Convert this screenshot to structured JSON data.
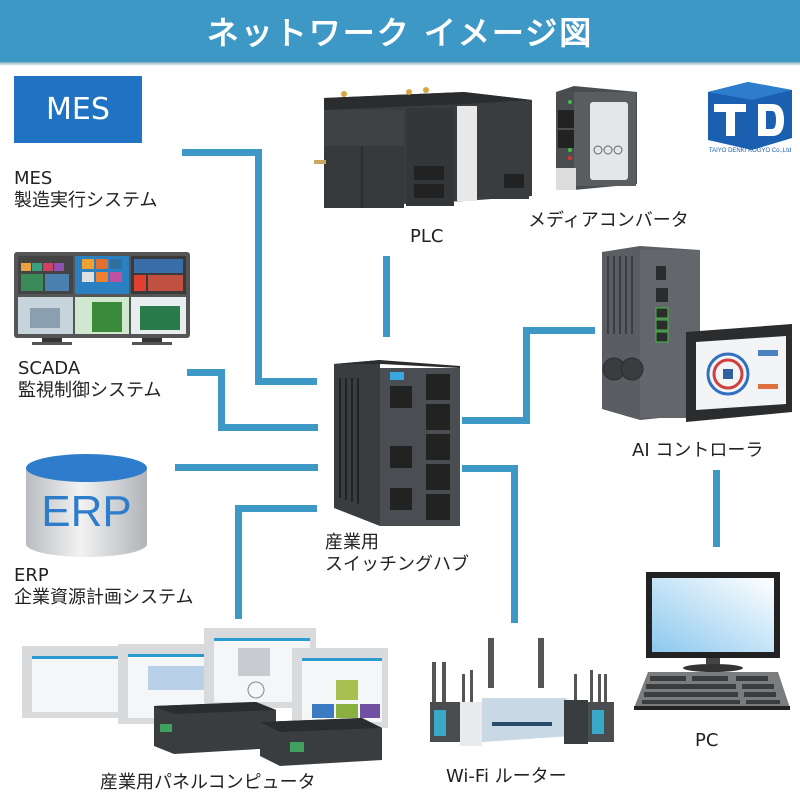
{
  "header": {
    "title": "ネットワーク イメージ図"
  },
  "logo": {
    "text": "TAIYO DENKI KOGYO Co.,Ltd",
    "letters": "TD"
  },
  "colors": {
    "accent": "#3d98c6",
    "mes_blue": "#1f73c2",
    "dark_device": "#3a3d40"
  },
  "nodes": {
    "mes": {
      "box_text": "MES",
      "title": "MES",
      "subtitle": "製造実行システム"
    },
    "scada": {
      "title": "SCADA",
      "subtitle": "監視制御システム"
    },
    "erp": {
      "cyl_text": "ERP",
      "title": "ERP",
      "subtitle": "企業資源計画システム"
    },
    "plc": {
      "title": "PLC"
    },
    "media_converter": {
      "title": "メディアコンバータ"
    },
    "switch": {
      "title": "産業用",
      "subtitle": "スイッチングハブ"
    },
    "ai_controller": {
      "title": "AI コントローラ"
    },
    "pc": {
      "title": "PC"
    },
    "wifi_router": {
      "title": "Wi-Fi ルーター"
    },
    "panel_pc": {
      "title": "産業用パネルコンピュータ"
    }
  }
}
